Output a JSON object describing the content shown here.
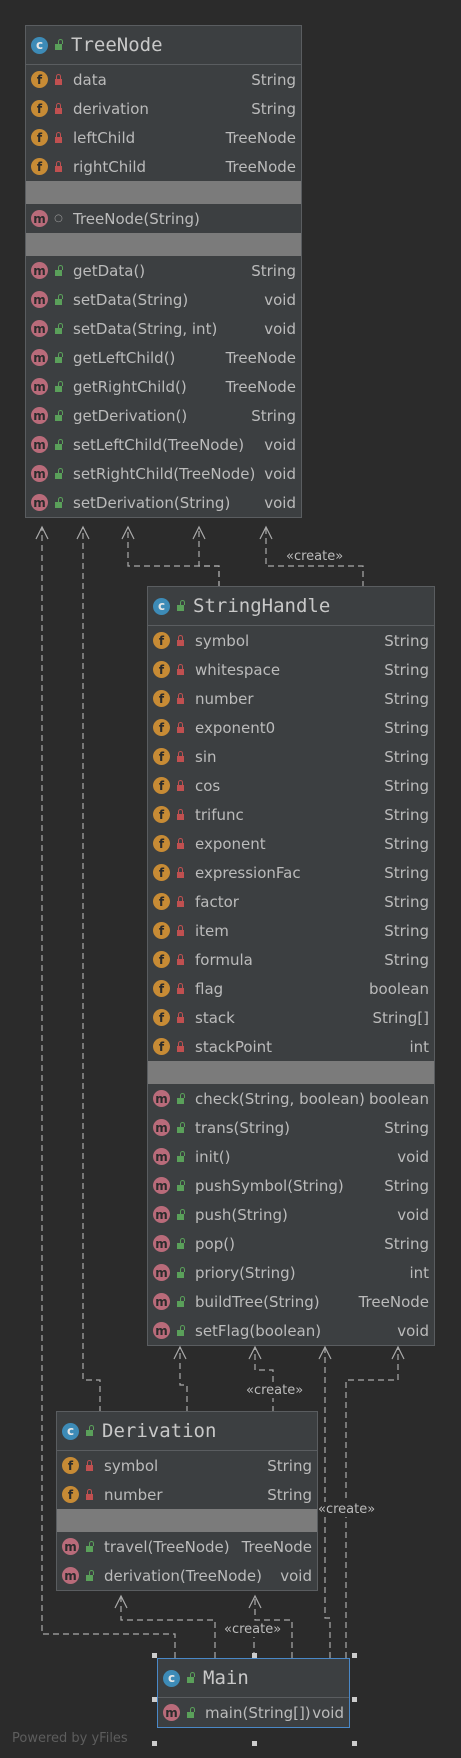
{
  "classes": [
    {
      "id": "treenode",
      "name": "TreeNode",
      "fields": [
        {
          "name": "data",
          "type": "String"
        },
        {
          "name": "derivation",
          "type": "String"
        },
        {
          "name": "leftChild",
          "type": "TreeNode"
        },
        {
          "name": "rightChild",
          "type": "TreeNode"
        }
      ],
      "constructors": [
        {
          "name": "TreeNode(String)",
          "type": ""
        }
      ],
      "methods": [
        {
          "name": "getData()",
          "type": "String"
        },
        {
          "name": "setData(String)",
          "type": "void"
        },
        {
          "name": "setData(String, int)",
          "type": "void"
        },
        {
          "name": "getLeftChild()",
          "type": "TreeNode"
        },
        {
          "name": "getRightChild()",
          "type": "TreeNode"
        },
        {
          "name": "getDerivation()",
          "type": "String"
        },
        {
          "name": "setLeftChild(TreeNode)",
          "type": "void"
        },
        {
          "name": "setRightChild(TreeNode)",
          "type": "void"
        },
        {
          "name": "setDerivation(String)",
          "type": "void"
        }
      ]
    },
    {
      "id": "stringhandle",
      "name": "StringHandle",
      "fields": [
        {
          "name": "symbol",
          "type": "String"
        },
        {
          "name": "whitespace",
          "type": "String"
        },
        {
          "name": "number",
          "type": "String"
        },
        {
          "name": "exponent0",
          "type": "String"
        },
        {
          "name": "sin",
          "type": "String"
        },
        {
          "name": "cos",
          "type": "String"
        },
        {
          "name": "trifunc",
          "type": "String"
        },
        {
          "name": "exponent",
          "type": "String"
        },
        {
          "name": "expressionFac",
          "type": "String"
        },
        {
          "name": "factor",
          "type": "String"
        },
        {
          "name": "item",
          "type": "String"
        },
        {
          "name": "formula",
          "type": "String"
        },
        {
          "name": "flag",
          "type": "boolean"
        },
        {
          "name": "stack",
          "type": "String[]"
        },
        {
          "name": "stackPoint",
          "type": "int"
        }
      ],
      "constructors": [],
      "methods": [
        {
          "name": "check(String, boolean)",
          "type": "boolean"
        },
        {
          "name": "trans(String)",
          "type": "String"
        },
        {
          "name": "init()",
          "type": "void"
        },
        {
          "name": "pushSymbol(String)",
          "type": "String"
        },
        {
          "name": "push(String)",
          "type": "void"
        },
        {
          "name": "pop()",
          "type": "String"
        },
        {
          "name": "priory(String)",
          "type": "int"
        },
        {
          "name": "buildTree(String)",
          "type": "TreeNode"
        },
        {
          "name": "setFlag(boolean)",
          "type": "void"
        }
      ]
    },
    {
      "id": "derivation",
      "name": "Derivation",
      "fields": [
        {
          "name": "symbol",
          "type": "String"
        },
        {
          "name": "number",
          "type": "String"
        }
      ],
      "constructors": [],
      "methods": [
        {
          "name": "travel(TreeNode)",
          "type": "TreeNode"
        },
        {
          "name": "derivation(TreeNode)",
          "type": "void"
        }
      ]
    },
    {
      "id": "main",
      "name": "Main",
      "fields": [],
      "constructors": [],
      "methods": [
        {
          "name": "main(String[])",
          "type": "void"
        }
      ]
    }
  ],
  "edge_labels": {
    "create_treenode": "«create»",
    "create_stringhandle": "«create»",
    "create_derivation": "«create»",
    "create_main_right": "«create»"
  },
  "watermark": "Powered by yFiles",
  "colors": {
    "background": "#2b2b2b",
    "class_fill": "#3c3f41",
    "separator": "#7b7b7b",
    "field_badge": "#c78b35",
    "method_badge": "#b96b7a",
    "class_badge": "#3d8bb7",
    "selection": "#4a88c7"
  }
}
